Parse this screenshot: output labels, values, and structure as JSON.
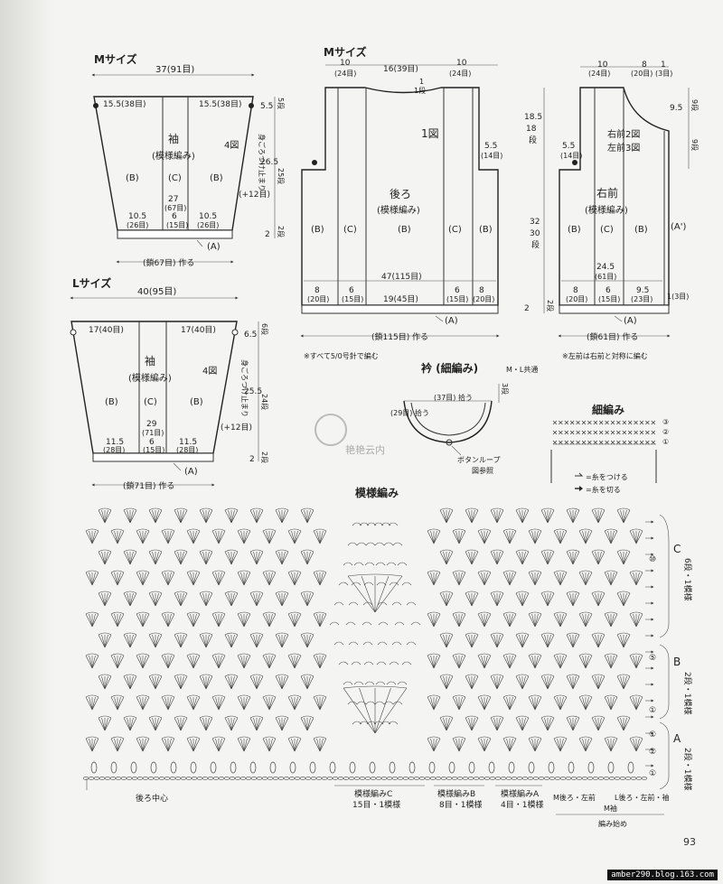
{
  "colors": {
    "ink": "#222222",
    "paper": "#f4f4f2"
  },
  "sleeve_m": {
    "size_title": "Mサイズ",
    "top_width": "37(91目)",
    "top_left": "15.5(38目)",
    "top_right": "15.5(38目)",
    "name": "袖",
    "pattern": "(模様編み)",
    "fig": "4図",
    "b_left": "(B)",
    "c": "(C)",
    "b_right": "(B)",
    "bottom_width": "27",
    "bottom_sts": "(67目)",
    "b1": "10.5",
    "b1s": "(26目)",
    "b2": "6",
    "b2s": "(15目)",
    "b3": "10.5",
    "b3s": "(26目)",
    "a": "(A)",
    "chain": "(鎖67目) 作る",
    "side_note": "身ごろつけ止まり",
    "plus": "(+12目)",
    "h1": "5.5",
    "h1r": "5段",
    "h2": "26.5",
    "h2r": "25段",
    "h3": "2",
    "h3r": "2段"
  },
  "sleeve_l": {
    "size_title": "Lサイズ",
    "top_width": "40(95目)",
    "top_left": "17(40目)",
    "top_right": "17(40目)",
    "name": "袖",
    "pattern": "(模様編み)",
    "fig": "4図",
    "b_left": "(B)",
    "c": "(C)",
    "b_right": "(B)",
    "bottom_width": "29",
    "bottom_sts": "(71目)",
    "b1": "11.5",
    "b1s": "(28目)",
    "b2": "6",
    "b2s": "(15目)",
    "b3": "11.5",
    "b3s": "(28目)",
    "a": "(A)",
    "chain": "(鎖71目) 作る",
    "side_note": "身ごろつけ止まり",
    "plus": "(+12目)",
    "h1": "6.5",
    "h1r": "6段",
    "h2": "25.5",
    "h2r": "24段",
    "h3": "2",
    "h3r": "2段"
  },
  "back": {
    "size_title": "Mサイズ",
    "top1": "10",
    "top1s": "(24目)",
    "top2": "16(39目)",
    "top3": "10",
    "top3s": "(24目)",
    "neck": "1",
    "neck_r": "1段",
    "fig": "1図",
    "armhole": "5.5",
    "armhole_s": "(14目)",
    "name": "後ろ",
    "pattern": "(模様編み)",
    "cols": [
      "(B)",
      "(C)",
      "(B)",
      "(C)",
      "(B)"
    ],
    "width": "47(115目)",
    "w1": "8",
    "w1s": "(20目)",
    "w2": "6",
    "w2s": "(15目)",
    "w3": "19(45目)",
    "w4": "6",
    "w4s": "(15目)",
    "w5": "8",
    "w5s": "(20目)",
    "a": "(A)",
    "chain": "(鎖115目) 作る",
    "h1": "18.5",
    "h1b": "18",
    "h1r": "段",
    "h2": "32",
    "h2b": "30",
    "h2r": "段",
    "h3": "2",
    "h3r": "2段",
    "note": "※すべて5/0号針で編む"
  },
  "front": {
    "top1": "10",
    "top1s": "(24目)",
    "top2": "8",
    "top2s": "(20目)",
    "top3": "1",
    "top3s": "(3目)",
    "fig1": "右前2図",
    "fig2": "左前3図",
    "armhole": "5.5",
    "armhole_s": "(14目)",
    "h1": "9.5",
    "h1r": "9段",
    "h1r2": "9段",
    "name": "右前",
    "pattern": "(模様編み)",
    "cols": [
      "(B)",
      "(C)",
      "(B)"
    ],
    "a_prime": "(A')",
    "width": "24.5",
    "width_s": "(61目)",
    "w1": "8",
    "w1s": "(20目)",
    "w2": "6",
    "w2s": "(15目)",
    "w3": "9.5",
    "w3s": "(23目)",
    "edge": "1(3目)",
    "a": "(A)",
    "chain": "(鎖61目) 作る",
    "note": "※左前は右前と対称に編む"
  },
  "collar": {
    "title": "衿 (細編み)",
    "common": "M・L共通",
    "pickup": "(37目) 拾う",
    "rows": "3段",
    "side": "(29目) 拾う",
    "button": "ボタンループ",
    "ref": "図参照"
  },
  "sc_chart": {
    "title": "細編み",
    "r1": "①",
    "r2": "②",
    "r3": "③",
    "legend1": "=糸をつける",
    "legend2": "=糸を切る"
  },
  "pattern_chart": {
    "title": "模様編み",
    "c_label": "C",
    "c_desc": "6段・1模様",
    "b_label": "B",
    "b_desc": "2段・1模様",
    "a_label": "A",
    "a_desc": "2段・1模様",
    "r10": "⑩",
    "r5": "⑤",
    "r1a": "①",
    "r1b": "①",
    "r2": "②",
    "r1c": "①",
    "back_center": "後ろ中心",
    "mc": "模様編みC",
    "mc_desc": "15目・1模様",
    "mb": "模様編みB",
    "mb_desc": "8目・1模様",
    "ma": "模様編みA",
    "ma_desc": "4目・1模様",
    "m_fronts": "M後ろ・左前",
    "l_all": "L後ろ・左前・袖",
    "m_sleeve": "M袖",
    "start": "編み始め"
  },
  "watermark": "艳艳云内",
  "page_number": "93",
  "footer_url": "amber290.blog.163.com"
}
